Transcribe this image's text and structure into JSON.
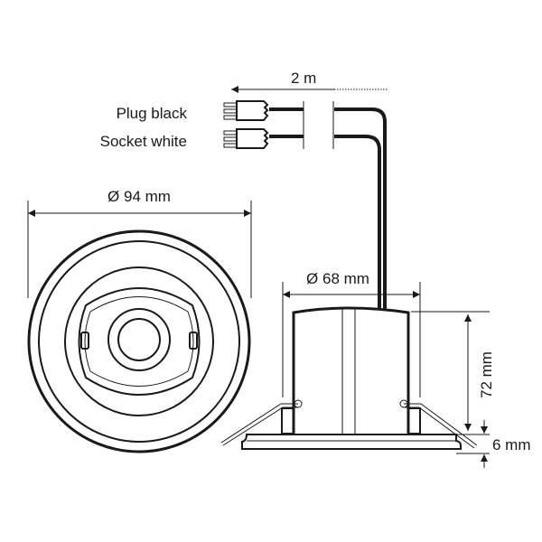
{
  "cable": {
    "length_label": "2 m",
    "plug_label": "Plug black",
    "socket_label": "Socket white"
  },
  "front_view": {
    "diameter_label": "Ø 94 mm"
  },
  "side_view": {
    "diameter_label": "Ø 68 mm",
    "height_label": "72 mm",
    "flange_label": "6 mm"
  },
  "colors": {
    "line": "#1a1a1a",
    "background": "#ffffff"
  }
}
